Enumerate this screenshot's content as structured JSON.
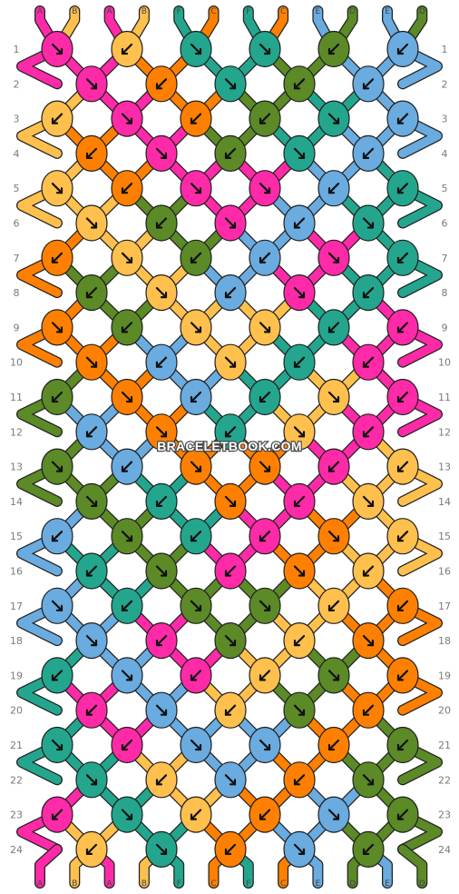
{
  "colors": {
    "A": "#ff2aa8",
    "B": "#ffc04d",
    "C": "#ff8000",
    "D": "#5b8a26",
    "E": "#6aabe0",
    "F": "#23a68d"
  },
  "top_labels": [
    "A",
    "B",
    "A",
    "B",
    "F",
    "C",
    "F",
    "C",
    "E",
    "D",
    "E",
    "D"
  ],
  "bottom_labels": [
    "A",
    "B",
    "A",
    "B",
    "F",
    "C",
    "F",
    "C",
    "E",
    "D",
    "E",
    "D"
  ],
  "row_numbers": [
    "1",
    "2",
    "3",
    "4",
    "5",
    "6",
    "7",
    "8",
    "9",
    "10",
    "11",
    "12",
    "13",
    "14",
    "15",
    "16",
    "17",
    "18",
    "19",
    "20",
    "21",
    "22",
    "23",
    "24"
  ],
  "watermark": "BRACELETBOOK.COM",
  "knots": [
    [
      [
        "A",
        "dr"
      ],
      [
        "B",
        "dl"
      ],
      [
        "F",
        "dr"
      ],
      [
        "F",
        "dr"
      ],
      [
        "D",
        "dl"
      ],
      [
        "E",
        "dl"
      ]
    ],
    [
      [
        "A",
        "dr"
      ],
      [
        "C",
        "dl"
      ],
      [
        "F",
        "dr"
      ],
      [
        "D",
        "dl"
      ],
      [
        "E",
        "dl"
      ]
    ],
    [
      [
        "B",
        "dl"
      ],
      [
        "A",
        "dr"
      ],
      [
        "C",
        "dl"
      ],
      [
        "D",
        "dl"
      ],
      [
        "F",
        "dr"
      ],
      [
        "E",
        "dl"
      ]
    ],
    [
      [
        "C",
        "dl"
      ],
      [
        "A",
        "dr"
      ],
      [
        "D",
        "dl"
      ],
      [
        "F",
        "dr"
      ],
      [
        "E",
        "dl"
      ]
    ],
    [
      [
        "B",
        "dr"
      ],
      [
        "C",
        "dl"
      ],
      [
        "A",
        "dr"
      ],
      [
        "A",
        "dr"
      ],
      [
        "E",
        "dl"
      ],
      [
        "F",
        "dl"
      ]
    ],
    [
      [
        "B",
        "dr"
      ],
      [
        "D",
        "dl"
      ],
      [
        "A",
        "dr"
      ],
      [
        "E",
        "dl"
      ],
      [
        "F",
        "dr"
      ]
    ],
    [
      [
        "C",
        "dl"
      ],
      [
        "B",
        "dr"
      ],
      [
        "D",
        "dl"
      ],
      [
        "E",
        "dl"
      ],
      [
        "A",
        "dr"
      ],
      [
        "F",
        "dl"
      ]
    ],
    [
      [
        "D",
        "dl"
      ],
      [
        "B",
        "dr"
      ],
      [
        "E",
        "dl"
      ],
      [
        "A",
        "dr"
      ],
      [
        "F",
        "dl"
      ]
    ],
    [
      [
        "C",
        "dr"
      ],
      [
        "D",
        "dl"
      ],
      [
        "B",
        "dr"
      ],
      [
        "B",
        "dr"
      ],
      [
        "F",
        "dl"
      ],
      [
        "A",
        "dl"
      ]
    ],
    [
      [
        "C",
        "dr"
      ],
      [
        "E",
        "dl"
      ],
      [
        "B",
        "dr"
      ],
      [
        "F",
        "dl"
      ],
      [
        "A",
        "dl"
      ]
    ],
    [
      [
        "D",
        "dl"
      ],
      [
        "C",
        "dr"
      ],
      [
        "E",
        "dl"
      ],
      [
        "F",
        "dl"
      ],
      [
        "B",
        "dr"
      ],
      [
        "A",
        "dl"
      ]
    ],
    [
      [
        "E",
        "dl"
      ],
      [
        "C",
        "dr"
      ],
      [
        "F",
        "dl"
      ],
      [
        "B",
        "dr"
      ],
      [
        "A",
        "dl"
      ]
    ],
    [
      [
        "D",
        "dr"
      ],
      [
        "E",
        "dl"
      ],
      [
        "C",
        "dr"
      ],
      [
        "C",
        "dr"
      ],
      [
        "A",
        "dl"
      ],
      [
        "B",
        "dl"
      ]
    ],
    [
      [
        "D",
        "dr"
      ],
      [
        "F",
        "dl"
      ],
      [
        "C",
        "dr"
      ],
      [
        "A",
        "dl"
      ],
      [
        "B",
        "dr"
      ]
    ],
    [
      [
        "E",
        "dl"
      ],
      [
        "D",
        "dr"
      ],
      [
        "F",
        "dl"
      ],
      [
        "A",
        "dl"
      ],
      [
        "C",
        "dr"
      ],
      [
        "B",
        "dl"
      ]
    ],
    [
      [
        "F",
        "dl"
      ],
      [
        "D",
        "dr"
      ],
      [
        "A",
        "dl"
      ],
      [
        "C",
        "dr"
      ],
      [
        "B",
        "dl"
      ]
    ],
    [
      [
        "E",
        "dr"
      ],
      [
        "F",
        "dl"
      ],
      [
        "D",
        "dr"
      ],
      [
        "D",
        "dr"
      ],
      [
        "B",
        "dl"
      ],
      [
        "C",
        "dl"
      ]
    ],
    [
      [
        "E",
        "dr"
      ],
      [
        "A",
        "dl"
      ],
      [
        "D",
        "dr"
      ],
      [
        "B",
        "dl"
      ],
      [
        "C",
        "dr"
      ]
    ],
    [
      [
        "F",
        "dl"
      ],
      [
        "E",
        "dr"
      ],
      [
        "A",
        "dl"
      ],
      [
        "B",
        "dl"
      ],
      [
        "D",
        "dr"
      ],
      [
        "C",
        "dl"
      ]
    ],
    [
      [
        "A",
        "dl"
      ],
      [
        "E",
        "dr"
      ],
      [
        "B",
        "dl"
      ],
      [
        "D",
        "dr"
      ],
      [
        "C",
        "dl"
      ]
    ],
    [
      [
        "F",
        "dr"
      ],
      [
        "A",
        "dl"
      ],
      [
        "E",
        "dr"
      ],
      [
        "E",
        "dr"
      ],
      [
        "C",
        "dl"
      ],
      [
        "D",
        "dl"
      ]
    ],
    [
      [
        "F",
        "dr"
      ],
      [
        "B",
        "dl"
      ],
      [
        "E",
        "dr"
      ],
      [
        "C",
        "dl"
      ],
      [
        "D",
        "dr"
      ]
    ],
    [
      [
        "A",
        "dl"
      ],
      [
        "F",
        "dr"
      ],
      [
        "B",
        "dl"
      ],
      [
        "C",
        "dl"
      ],
      [
        "E",
        "dr"
      ],
      [
        "D",
        "dl"
      ]
    ],
    [
      [
        "B",
        "dl"
      ],
      [
        "F",
        "dr"
      ],
      [
        "C",
        "dl"
      ],
      [
        "E",
        "dr"
      ],
      [
        "D",
        "dl"
      ]
    ]
  ]
}
